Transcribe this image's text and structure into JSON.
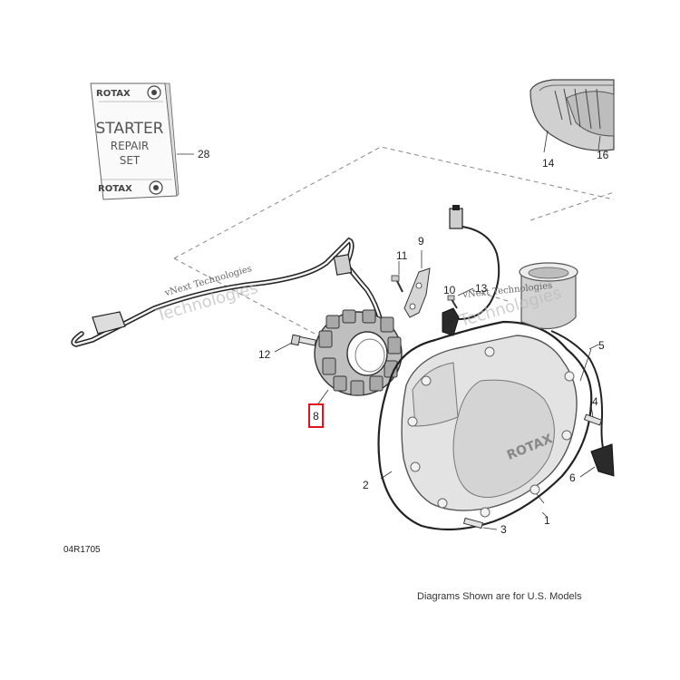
{
  "kit": {
    "brand_top": "ROTAX",
    "line1": "STARTER",
    "line2": "REPAIR",
    "line3": "SET",
    "brand_bottom": "ROTAX"
  },
  "callouts": {
    "c1": "1",
    "c2": "2",
    "c3": "3",
    "c4": "4",
    "c5": "5",
    "c6": "6",
    "c8": "8",
    "c9": "9",
    "c10": "10",
    "c11": "11",
    "c12": "12",
    "c13": "13",
    "c14": "14",
    "c16": "16",
    "c28": "28"
  },
  "highlight": {
    "callout": "8",
    "color": "#e0141e"
  },
  "cover_brand": "ROTAX",
  "watermark": {
    "line1": "vNext Technologies",
    "line2": "vNext Technologies",
    "big1": "Technologies",
    "big2": "Technologies"
  },
  "diagram_code": "04R1705",
  "footer_note": "Diagrams Shown are for U.S. Models"
}
